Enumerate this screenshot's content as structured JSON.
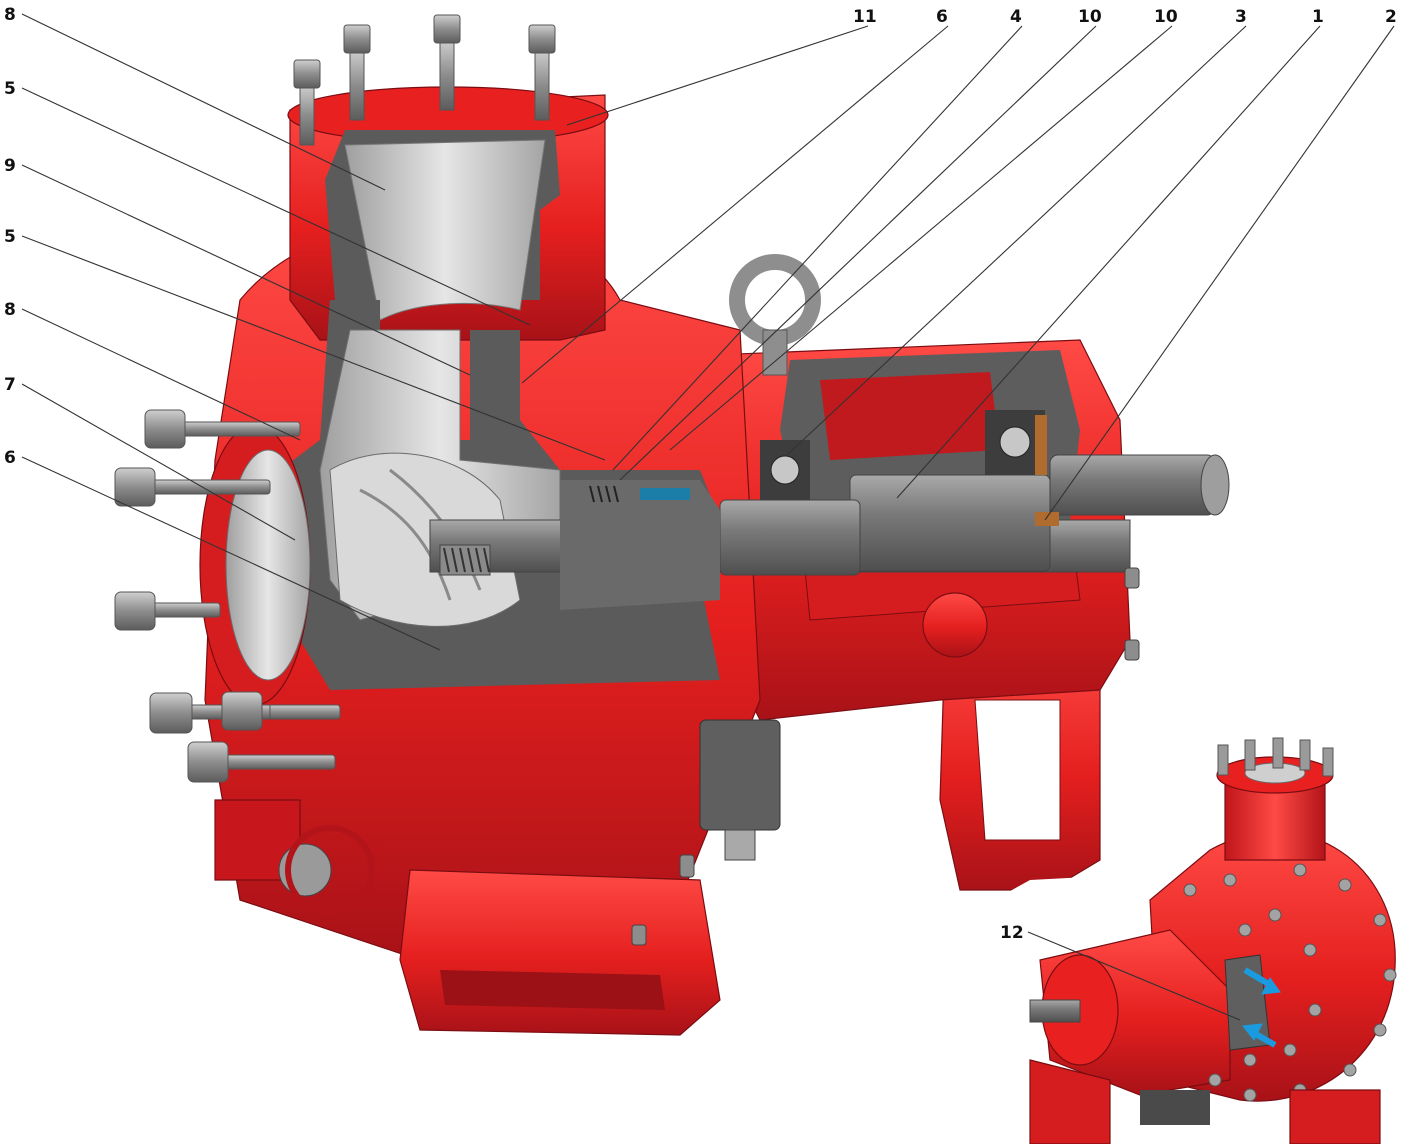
{
  "colors": {
    "casing_red": "#e8201f",
    "casing_red_dark": "#b3141a",
    "casing_red_light": "#ff5a55",
    "section_cut": "#5b5b5b",
    "liner_grey": "#cfcfcf",
    "shaft_grey": "#7d7d7d",
    "bolt_grey": "#9a9a9a",
    "arrow_blue": "#1a9be0",
    "label_text": "#111111"
  },
  "callouts": {
    "left": [
      "8",
      "5",
      "9",
      "5",
      "8",
      "7",
      "6"
    ],
    "top": [
      "11",
      "6",
      "4",
      "10",
      "10",
      "3",
      "1",
      "2"
    ],
    "inset": "12"
  },
  "icons": [
    "impeller-spring-icon",
    "ball-bearing-icon",
    "lifting-eye-icon",
    "flow-arrow-icon"
  ]
}
